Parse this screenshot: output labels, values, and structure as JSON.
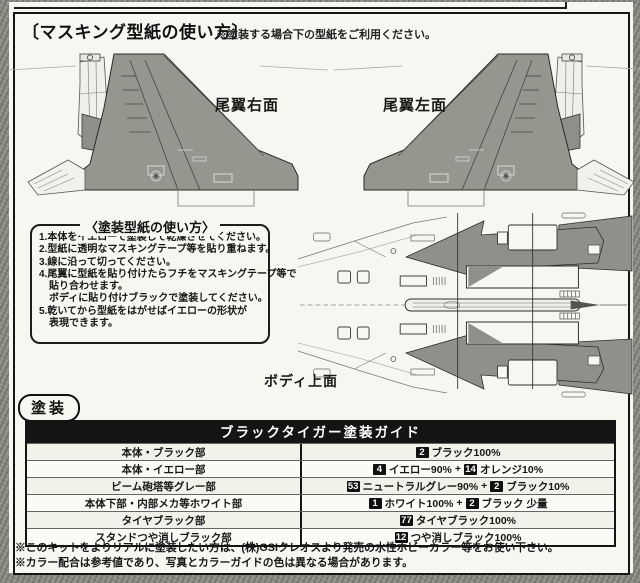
{
  "colors": {
    "paper": "#f7f6f1",
    "frame_black": "#161616",
    "diagram_gray": "#90908a",
    "table_header_bg": "#141414",
    "badge_bg": "#111111"
  },
  "masking_section": {
    "title": "〔マスキング型紙の使い方〕",
    "subtitle": "※塗装する場合下の型紙をご利用ください。",
    "fin_right_label": "尾翼右面",
    "fin_left_label": "尾翼左面",
    "body_top_label": "ボディ上面",
    "howto": {
      "title": "〈塗装型紙の使い方〉",
      "steps": [
        "1.本体をイエローで塗装して乾燥させてください。",
        "2.型紙に透明なマスキングテープ等を貼り重ねます。",
        "3.線に沿って切ってください。",
        "4.尾翼に型紙を貼り付けたらフチをマスキングテープ等で",
        "　貼り合わせます。",
        "　ボディに貼り付けブラックで塗装してください。",
        "5.乾いてから型紙をはがせばイエローの形状が",
        "　表現できます。"
      ]
    }
  },
  "paint_section": {
    "badge_label": "塗装",
    "table": {
      "title": "ブラックタイガー塗装ガイド",
      "rows": [
        {
          "part": "本体・ブラック部",
          "mix": [
            {
              "num": "2",
              "name": "ブラック100%"
            }
          ]
        },
        {
          "part": "本体・イエロー部",
          "mix": [
            {
              "num": "4",
              "name": "イエロー90%"
            },
            {
              "num": "14",
              "name": "オレンジ10%"
            }
          ]
        },
        {
          "part": "ビーム砲塔等グレー部",
          "mix": [
            {
              "num": "53",
              "name": "ニュートラルグレー90%"
            },
            {
              "num": "2",
              "name": "ブラック10%"
            }
          ]
        },
        {
          "part": "本体下部・内部メカ等ホワイト部",
          "mix": [
            {
              "num": "1",
              "name": "ホワイト100%"
            },
            {
              "num": "2",
              "name": "ブラック 少量"
            }
          ]
        },
        {
          "part": "タイヤブラック部",
          "mix": [
            {
              "num": "77",
              "name": "タイヤブラック100%"
            }
          ]
        },
        {
          "part": "スタンドつや消しブラック部",
          "mix": [
            {
              "num": "12",
              "name": "つや消しブラック100%"
            }
          ]
        }
      ]
    },
    "notes": [
      "※このキットをよりリアルに塗装したい方は、(株)GSIクレオスより発売の水性ホビーカラー等をお使い下さい。",
      "※カラー配合は参考値であり、写真とカラーガイドの色は異なる場合があります。"
    ]
  }
}
